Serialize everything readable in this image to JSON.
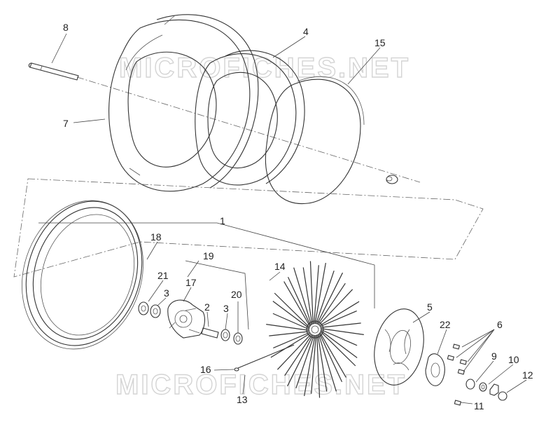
{
  "watermark": "MICROFICHES.NET",
  "parts": [
    {
      "id": "label-8",
      "text": "8"
    },
    {
      "id": "label-4",
      "text": "4"
    },
    {
      "id": "label-15",
      "text": "15"
    },
    {
      "id": "label-7",
      "text": "7"
    },
    {
      "id": "label-1",
      "text": "1"
    },
    {
      "id": "label-18",
      "text": "18"
    },
    {
      "id": "label-19",
      "text": "19"
    },
    {
      "id": "label-21",
      "text": "21"
    },
    {
      "id": "label-3a",
      "text": "3"
    },
    {
      "id": "label-17",
      "text": "17"
    },
    {
      "id": "label-2",
      "text": "2"
    },
    {
      "id": "label-3b",
      "text": "3"
    },
    {
      "id": "label-20",
      "text": "20"
    },
    {
      "id": "label-14",
      "text": "14"
    },
    {
      "id": "label-5",
      "text": "5"
    },
    {
      "id": "label-22",
      "text": "22"
    },
    {
      "id": "label-6",
      "text": "6"
    },
    {
      "id": "label-9",
      "text": "9"
    },
    {
      "id": "label-10",
      "text": "10"
    },
    {
      "id": "label-12",
      "text": "12"
    },
    {
      "id": "label-11",
      "text": "11"
    },
    {
      "id": "label-16",
      "text": "16"
    },
    {
      "id": "label-13",
      "text": "13"
    }
  ]
}
